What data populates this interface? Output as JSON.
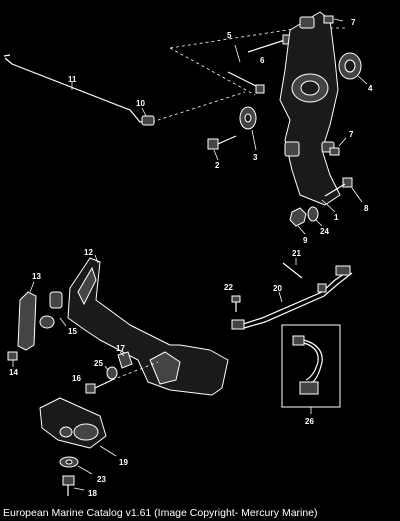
{
  "callouts": {
    "c1": "1",
    "c2": "2",
    "c3": "3",
    "c4": "4",
    "c5": "5",
    "c6": "6",
    "c7a": "7",
    "c7b": "7",
    "c8": "8",
    "c9": "9",
    "c10": "10",
    "c11": "11",
    "c12": "12",
    "c13": "13",
    "c14": "14",
    "c15": "15",
    "c16": "16",
    "c17": "17",
    "c18": "18",
    "c19": "19",
    "c20": "20",
    "c21": "21",
    "c22": "22",
    "c23": "23",
    "c24": "24",
    "c25": "25",
    "c26": "26"
  },
  "footer": {
    "caption": "European Marine Catalog v1.61 (Image Copyright- Mercury Marine)"
  }
}
